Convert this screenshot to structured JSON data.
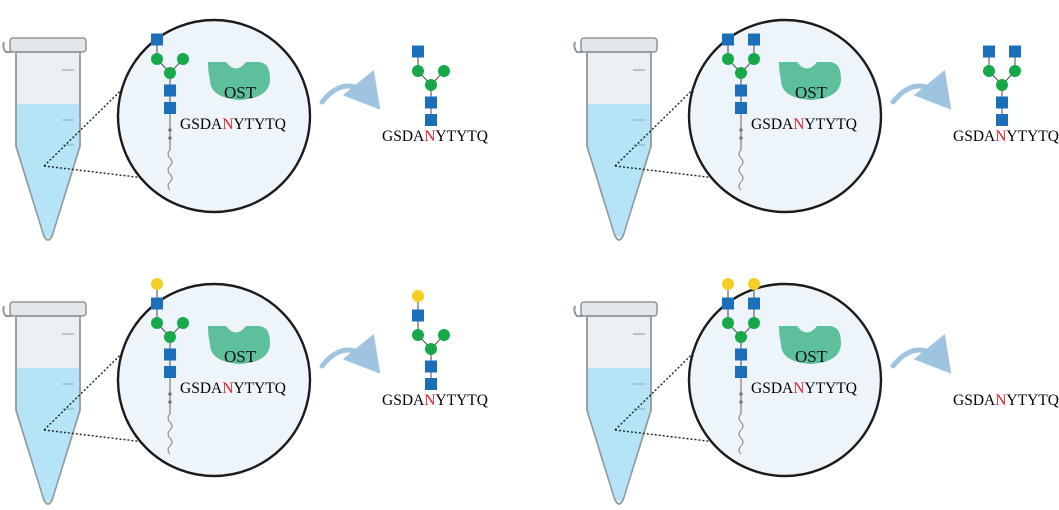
{
  "enzyme_label": "OST",
  "peptide": {
    "prefix": "GSDA",
    "site": "N",
    "suffix": "YTYTQ"
  },
  "colors": {
    "glcnac_square": "#1a6fb8",
    "mannose_circle": "#17a84a",
    "galactose_circle": "#f2cf22",
    "site_residue": "#e0202a",
    "enzyme": "#5dbf9c",
    "tube_liquid": "#b4e4f6",
    "tube_body": "#ecf0f2",
    "arrow": "#9ec4df"
  },
  "panels": [
    {
      "id": "panel-1",
      "donor": {
        "branches": [
          [
            "square"
          ]
        ],
        "trunk": [
          "square",
          "square"
        ]
      },
      "product": {
        "branches": [
          [
            "square"
          ]
        ],
        "trunk": [
          "square",
          "square"
        ]
      }
    },
    {
      "id": "panel-2",
      "donor": {
        "branches": [
          [
            "square"
          ],
          [
            "square"
          ]
        ],
        "trunk": [
          "square",
          "square"
        ]
      },
      "product": {
        "branches": [
          [
            "square"
          ],
          [
            "square"
          ]
        ],
        "trunk": [
          "square",
          "square"
        ]
      }
    },
    {
      "id": "panel-3",
      "donor": {
        "branches": [
          [
            "galactose",
            "square"
          ]
        ],
        "trunk": [
          "square",
          "square"
        ]
      },
      "product": {
        "branches": [
          [
            "galactose",
            "square"
          ]
        ],
        "trunk": [
          "square",
          "square"
        ]
      }
    },
    {
      "id": "panel-4",
      "donor": {
        "branches": [
          [
            "galactose",
            "square"
          ],
          [
            "galactose",
            "square"
          ]
        ],
        "trunk": [
          "square",
          "square"
        ]
      },
      "product": null
    }
  ]
}
